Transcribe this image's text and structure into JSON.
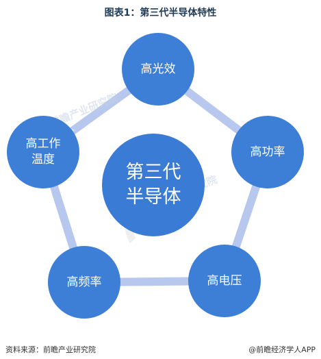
{
  "title": "图表1：第三代半导体特性",
  "colors": {
    "node_fill": "#3d7fd7",
    "ring": "#b7c7ee",
    "title_text": "#1f3b57",
    "watermark": "#e6e6e6"
  },
  "center": {
    "line1": "第三代",
    "line2": "半导体"
  },
  "nodes": [
    {
      "lines": [
        "高光效"
      ]
    },
    {
      "lines": [
        "高功率"
      ]
    },
    {
      "lines": [
        "高电压"
      ]
    },
    {
      "lines": [
        "高频率"
      ]
    },
    {
      "lines": [
        "高工作",
        "温度"
      ]
    }
  ],
  "watermark": {
    "logo_text": "前瞻产业研究院"
  },
  "footer": {
    "source": "资料来源：前瞻产业研究院",
    "brand": "@前瞻经济学人APP"
  }
}
